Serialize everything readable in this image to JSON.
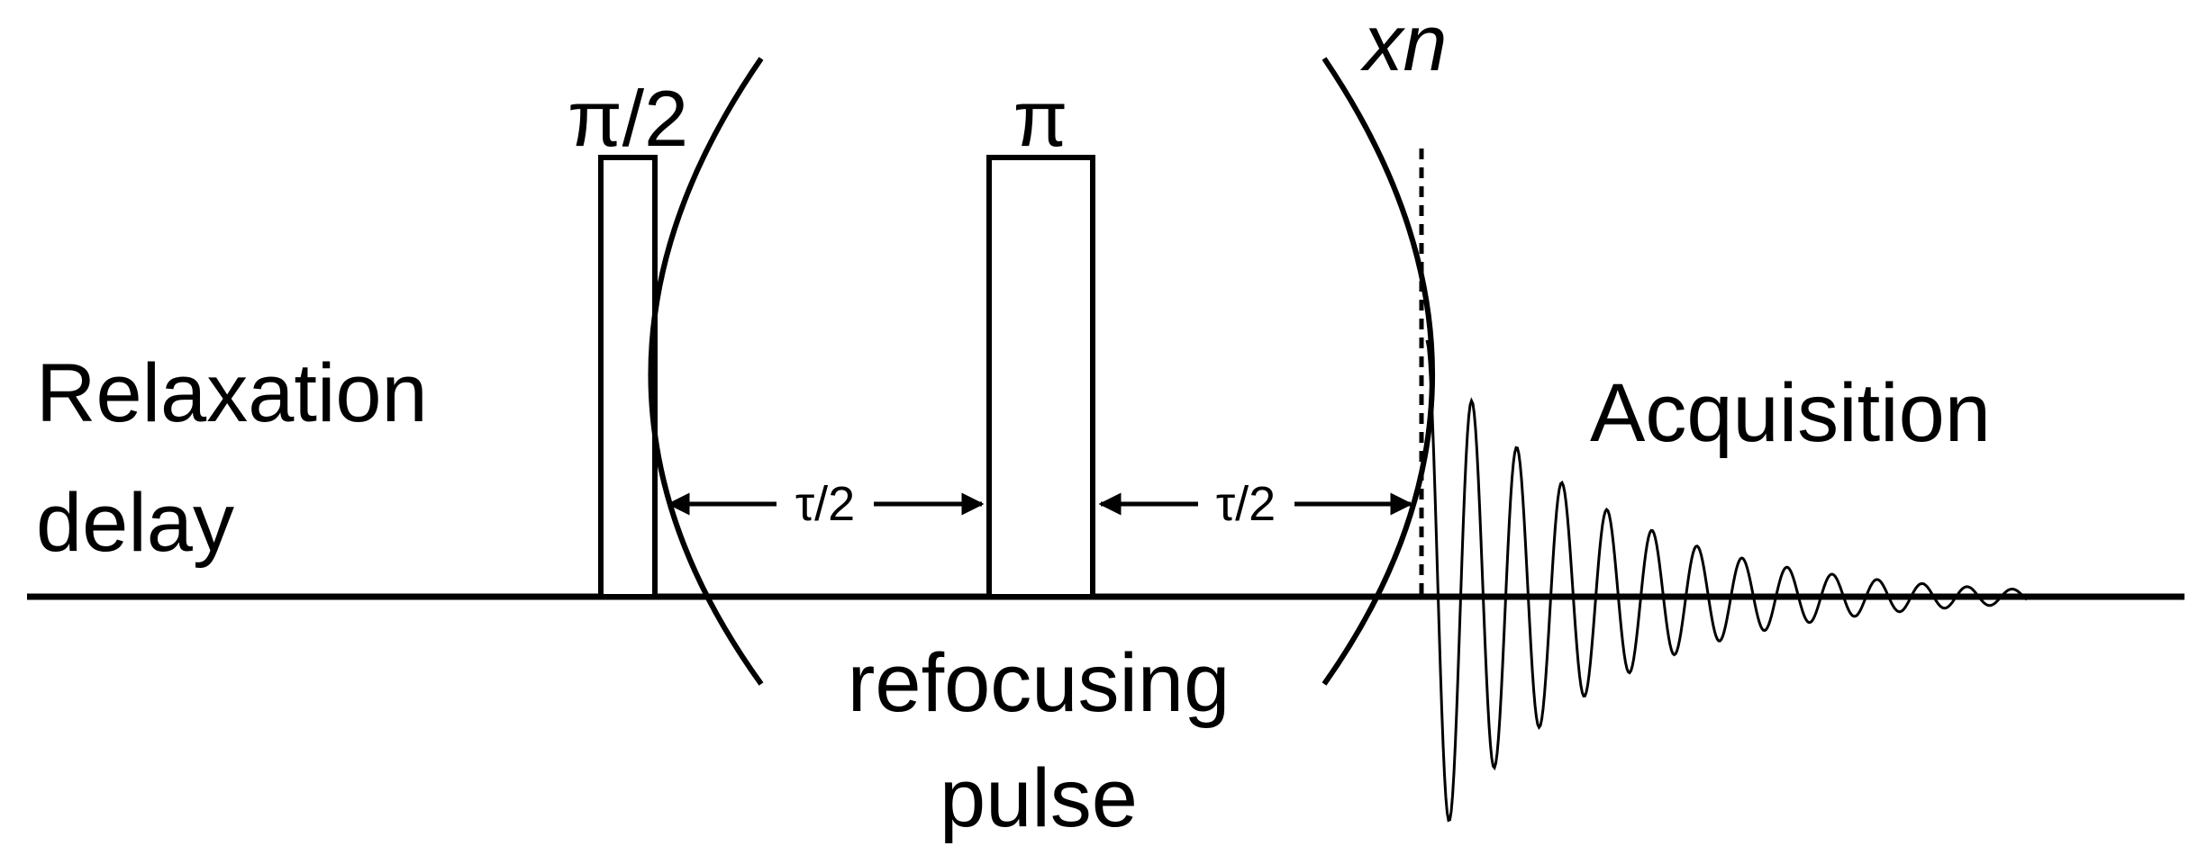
{
  "diagram": {
    "pulse_half_label": "π/2",
    "pulse_full_label": "π",
    "repeat_label": "xn",
    "relaxation_line1": "Relaxation",
    "relaxation_line2": "delay",
    "tau_left": "τ/2",
    "tau_right": "τ/2",
    "refocusing_line1": "refocusing",
    "refocusing_line2": "pulse",
    "acquisition_label": "Acquisition"
  },
  "colors": {
    "stroke": "#000000",
    "background": "#ffffff"
  }
}
